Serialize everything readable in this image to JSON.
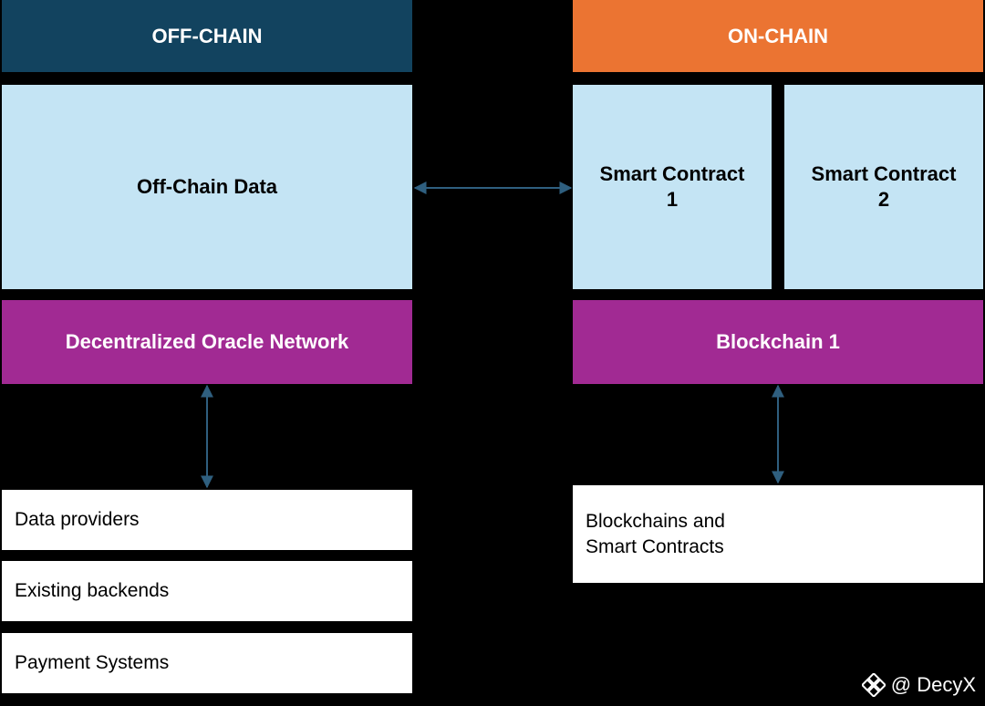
{
  "offchain": {
    "header": "OFF-CHAIN",
    "data_box": "Off-Chain Data",
    "network": "Decentralized Oracle Network",
    "sources": [
      "Data providers",
      "Existing backends",
      "Payment Systems"
    ]
  },
  "onchain": {
    "header": "ON-CHAIN",
    "contract1": "Smart Contract\n1",
    "contract2": "Smart Contract\n2",
    "network": "Blockchain 1",
    "sources": "Blockchains and\nSmart Contracts"
  },
  "watermark": "@ DecyX",
  "colors": {
    "offchain_header": "#12435f",
    "onchain_header": "#eb7432",
    "network": "#a12a93",
    "data": "#c4e4f4",
    "arrow": "#2f5f7f"
  }
}
